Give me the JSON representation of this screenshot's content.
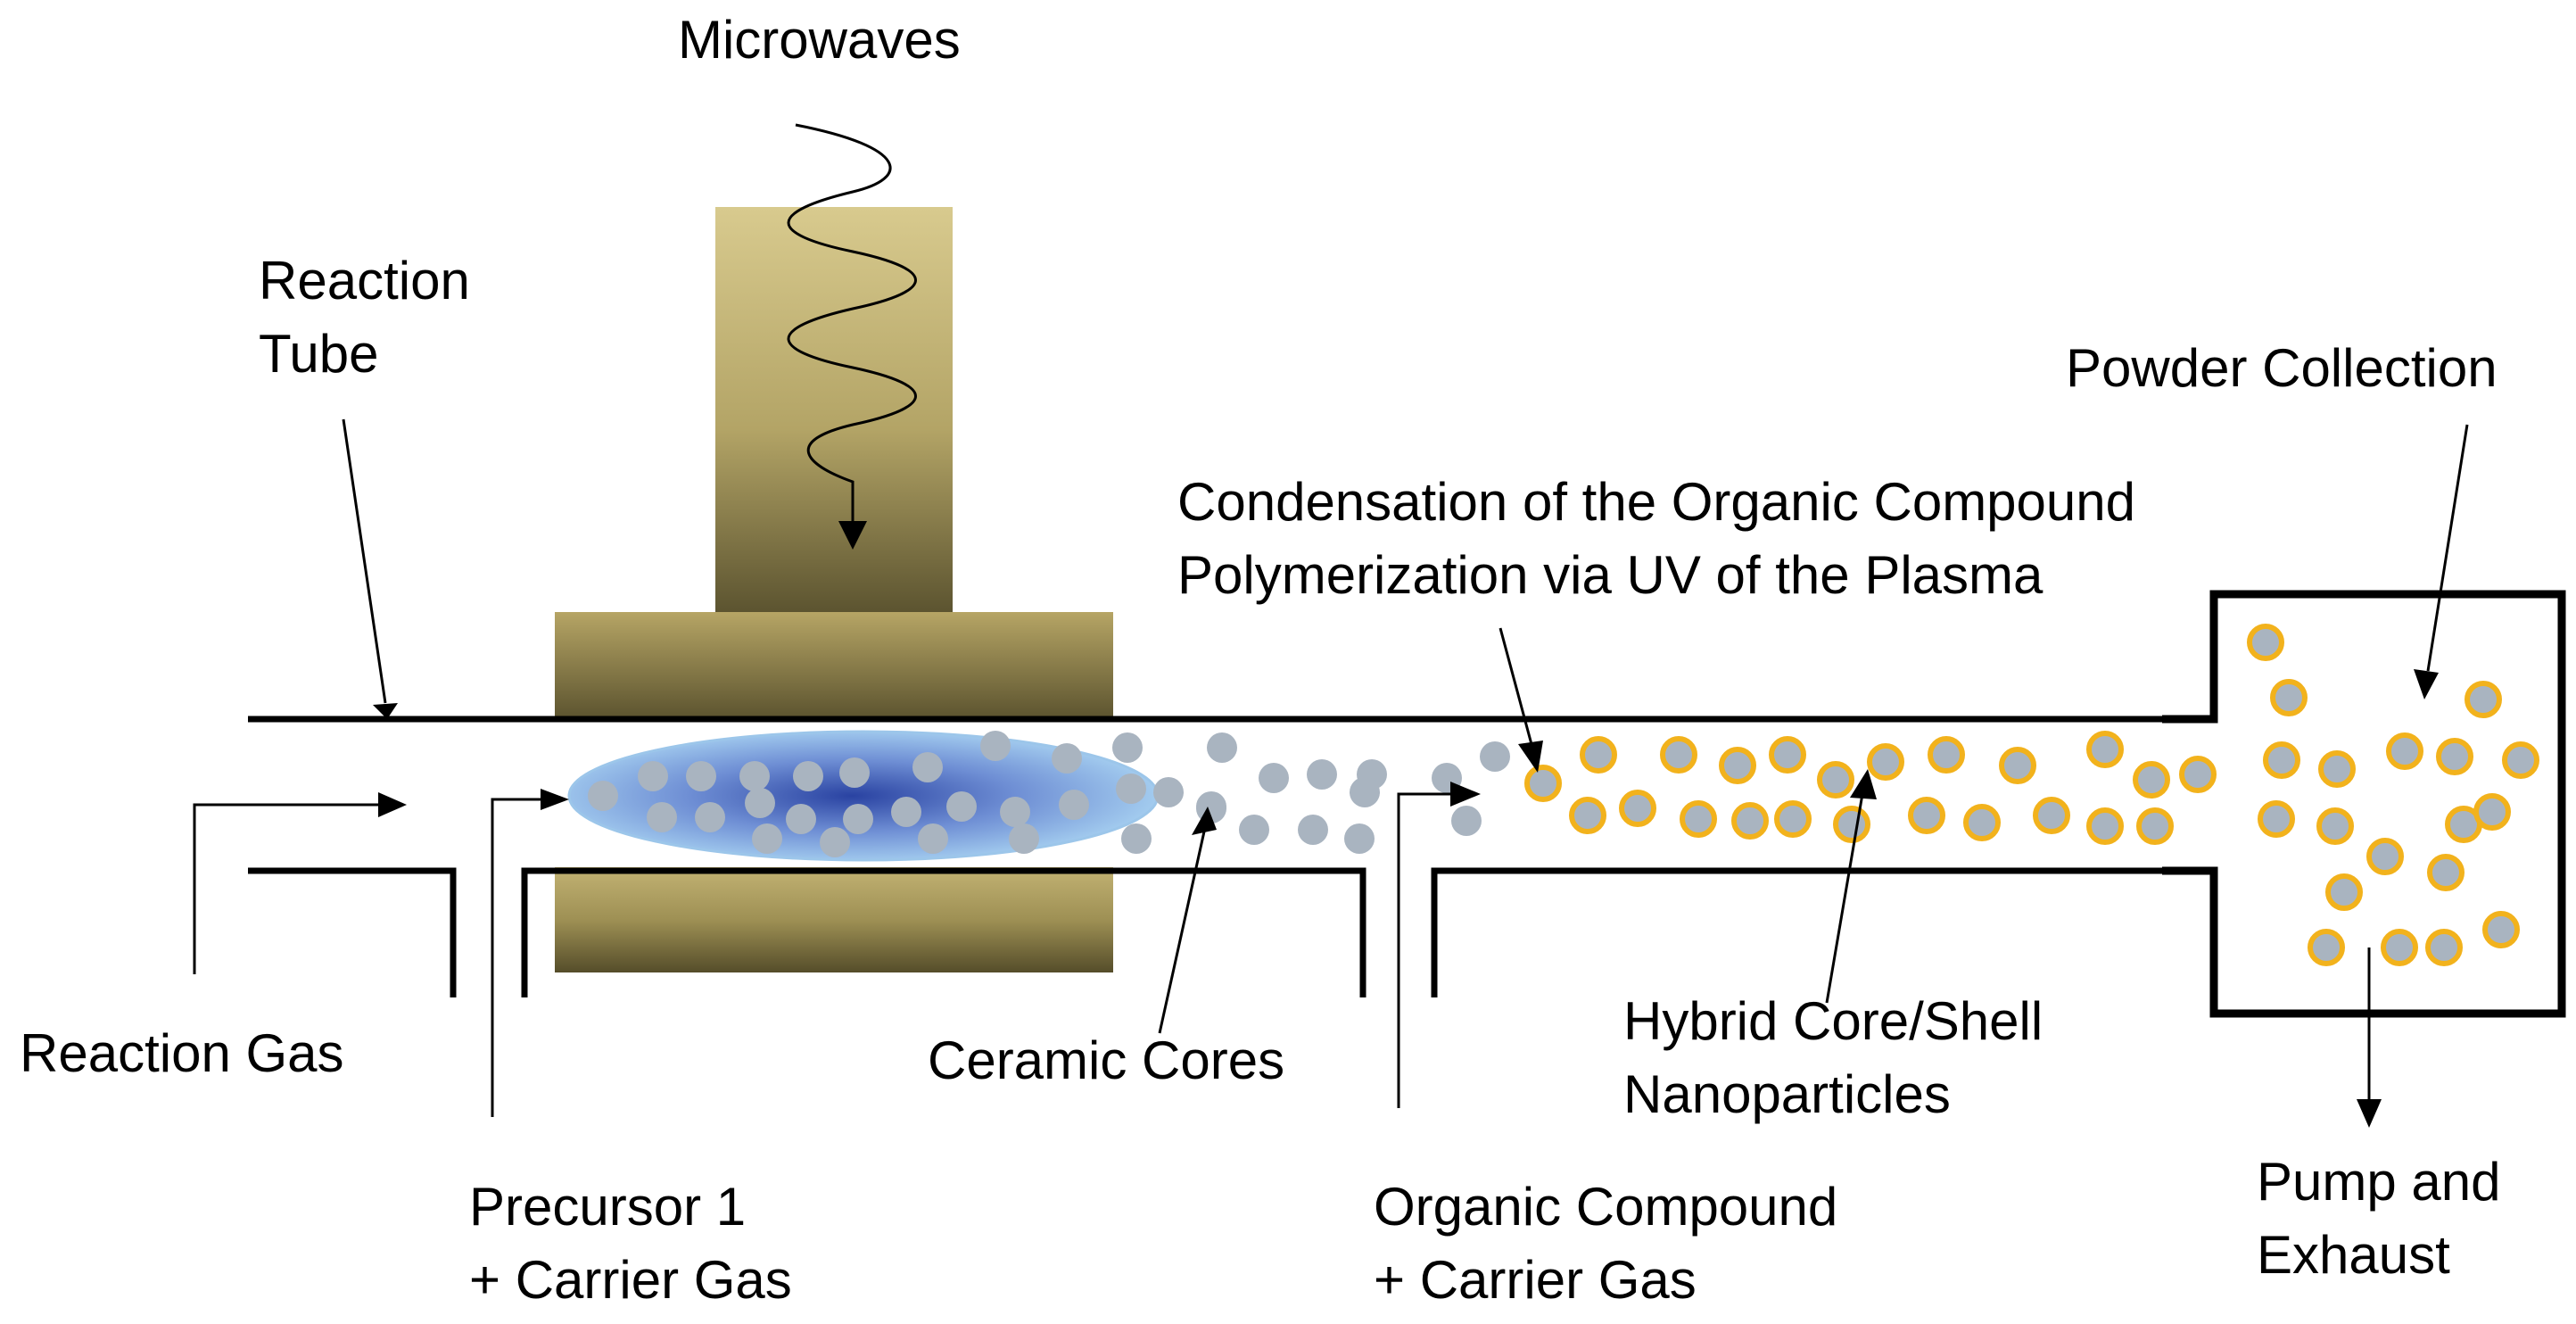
{
  "labels": {
    "microwaves": "Microwaves",
    "reaction_tube": [
      "Reaction",
      "Tube"
    ],
    "powder_collection": "Powder Collection",
    "condensation": [
      "Condensation of the Organic Compound",
      "Polymerization via UV of the Plasma"
    ],
    "reaction_gas": "Reaction Gas",
    "ceramic_cores": "Ceramic Cores",
    "hybrid": [
      "Hybrid Core/Shell",
      "Nanoparticles"
    ],
    "precursor": [
      "Precursor 1",
      "+ Carrier Gas"
    ],
    "organic": [
      "Organic Compound",
      "+ Carrier Gas"
    ],
    "pump": [
      "Pump and",
      "Exhaust"
    ]
  },
  "colors": {
    "waveguide_gold": "#c8b878",
    "waveguide_dark": "#57502e",
    "plasma_core": "#2f4aa8",
    "plasma_edge": "#a9d3f2",
    "ceramic_core": "#a9b4c0",
    "shell": "#f2b21c",
    "line": "#000000"
  }
}
